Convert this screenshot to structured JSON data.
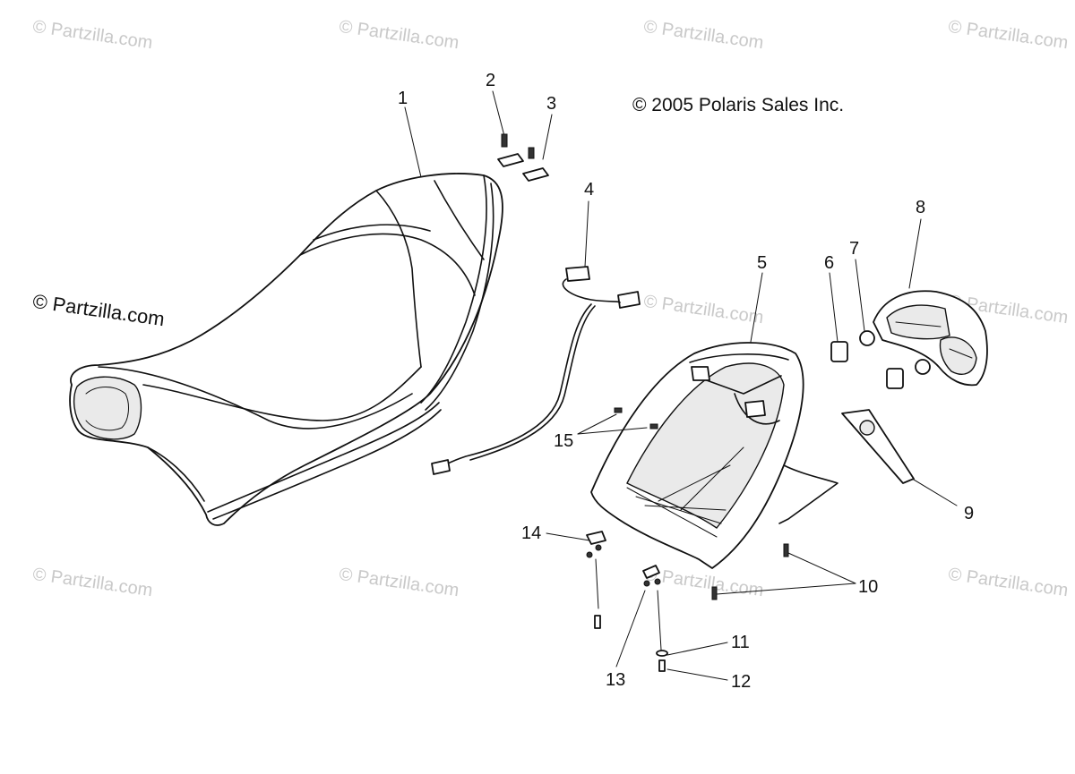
{
  "watermark": {
    "text": "© Partzilla.com",
    "color": "#c9c9c9"
  },
  "prominent_watermark": "© Partzilla.com",
  "copyright": "© 2005 Polaris Sales Inc.",
  "callouts": [
    {
      "id": "1",
      "label": "1"
    },
    {
      "id": "2",
      "label": "2"
    },
    {
      "id": "3",
      "label": "3"
    },
    {
      "id": "4",
      "label": "4"
    },
    {
      "id": "5",
      "label": "5"
    },
    {
      "id": "6",
      "label": "6"
    },
    {
      "id": "7",
      "label": "7"
    },
    {
      "id": "8",
      "label": "8"
    },
    {
      "id": "9",
      "label": "9"
    },
    {
      "id": "10",
      "label": "10"
    },
    {
      "id": "11",
      "label": "11"
    },
    {
      "id": "12",
      "label": "12"
    },
    {
      "id": "13",
      "label": "13"
    },
    {
      "id": "14",
      "label": "14"
    },
    {
      "id": "15",
      "label": "15"
    }
  ]
}
